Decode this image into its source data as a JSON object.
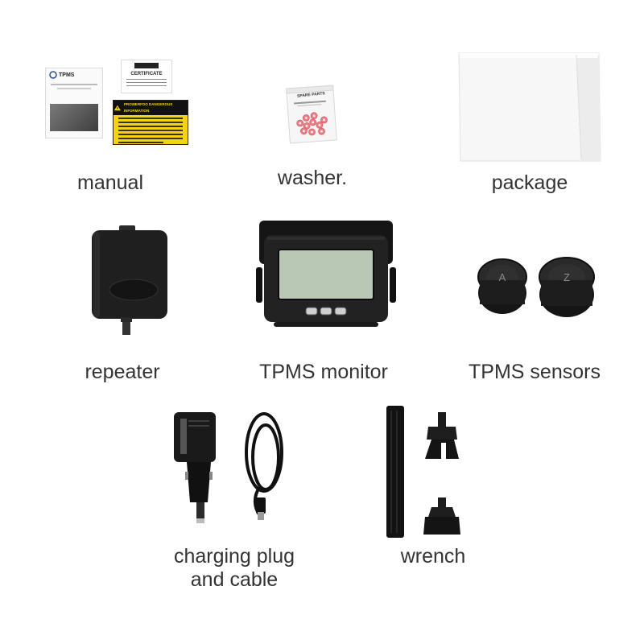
{
  "labels": {
    "manual": "manual",
    "washer": "washer.",
    "package": "package",
    "repeater": "repeater",
    "monitor": "TPMS monitor",
    "sensors": "TPMS sensors",
    "charging_line1": "charging plug",
    "charging_line2": "and cable",
    "wrench": "wrench"
  },
  "manual_docs": {
    "booklet_title": "TPMS",
    "certificate_title": "CERTIFICATE",
    "warning_header": "PROWERFOO DANGEROUS INFORMATION"
  },
  "washer_bag_label": "SPARE PARTS",
  "sensor_letters": [
    "A",
    "Z"
  ],
  "colors": {
    "background": "#ffffff",
    "label_text": "#333333",
    "device_body": "#1e1e1e",
    "lcd_screen": "#b9c8b4",
    "washers": "#f07e86",
    "warning_yellow": "#f4d40e"
  }
}
